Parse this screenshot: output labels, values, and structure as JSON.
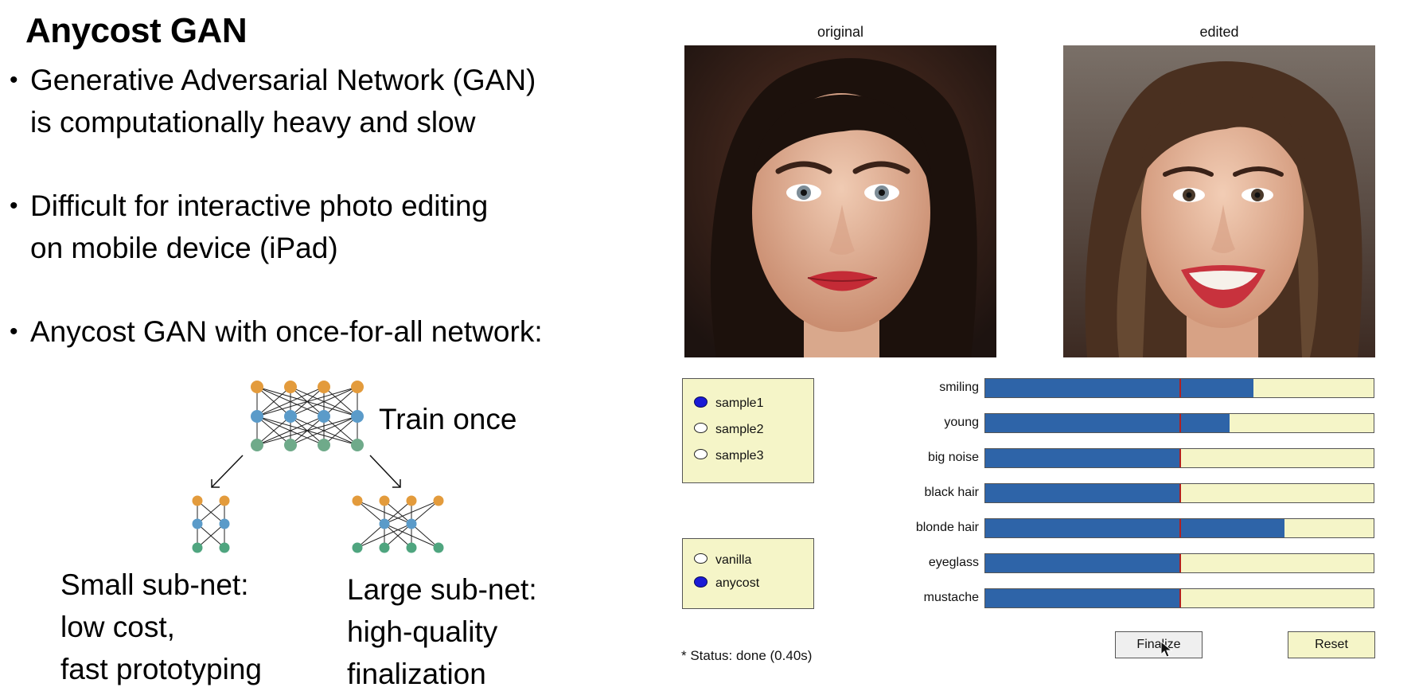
{
  "slide": {
    "title": "Anycost GAN",
    "bullets": [
      {
        "line1": "Generative Adversarial Network (GAN)",
        "line2": "is computationally heavy and slow"
      },
      {
        "line1": "Difficult for interactive photo editing",
        "line2": "on mobile device (iPad)"
      },
      {
        "line1": "Anycost GAN with once-for-all network:",
        "line2": ""
      }
    ],
    "diagram": {
      "train_label": "Train once",
      "small_net": {
        "line1": "Small sub-net:",
        "line2": "low cost,",
        "line3": "fast prototyping"
      },
      "large_net": {
        "line1": "Large sub-net:",
        "line2": "high-quality",
        "line3": "finalization"
      }
    },
    "bullet_symbol": "•"
  },
  "editor": {
    "original_label": "original",
    "edited_label": "edited",
    "samples": {
      "options": [
        "sample1",
        "sample2",
        "sample3"
      ],
      "selected": "sample1"
    },
    "modes": {
      "options": [
        "vanilla",
        "anycost"
      ],
      "selected": "anycost"
    },
    "attributes": [
      {
        "label": "smiling",
        "value": 0.69
      },
      {
        "label": "young",
        "value": 0.63
      },
      {
        "label": "big noise",
        "value": 0.5
      },
      {
        "label": "black hair",
        "value": 0.5
      },
      {
        "label": "blonde hair",
        "value": 0.77
      },
      {
        "label": "eyeglass",
        "value": 0.5
      },
      {
        "label": "mustache",
        "value": 0.5
      }
    ],
    "finalize_label": "Finalize",
    "reset_label": "Reset",
    "status": "* Status: done (0.40s)",
    "colors": {
      "panel_bg": "#f5f5c8",
      "slider_fill": "#2e64a8",
      "center_line": "#b22020",
      "radio_selected": "#1a1ad6"
    }
  }
}
